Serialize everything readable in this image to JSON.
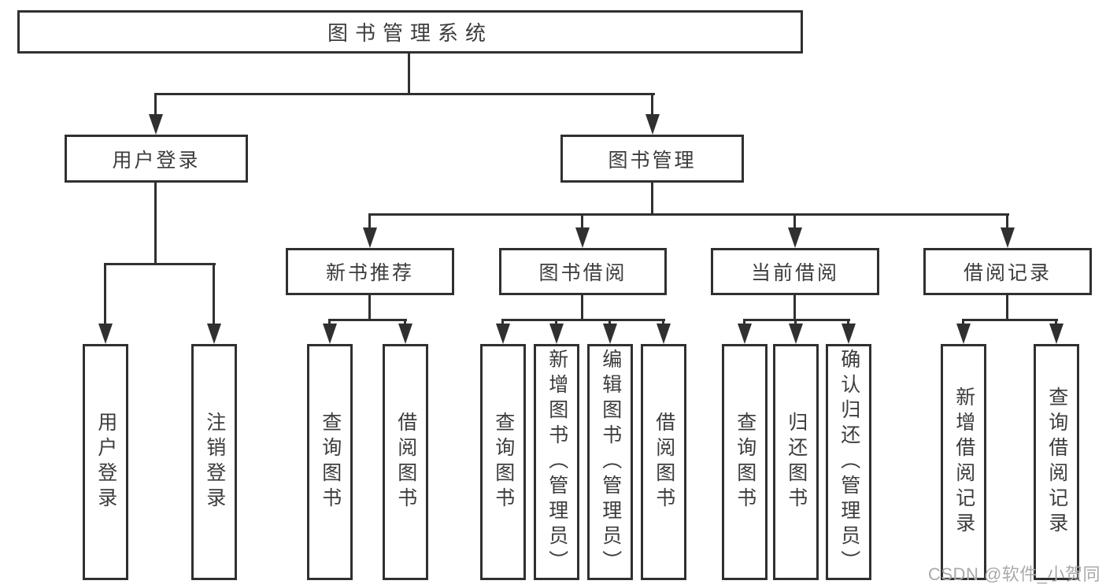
{
  "nodes": {
    "root": "图书管理系统",
    "level2": {
      "user_login": "用户登录",
      "book_mgmt": "图书管理"
    },
    "level3": {
      "new_books": "新书推荐",
      "borrow": "图书借阅",
      "current": "当前借阅",
      "records": "借阅记录"
    },
    "leaves": {
      "user_login_leaf": "用户登录",
      "logout": "注销登录",
      "nb_query": "查询图书",
      "nb_borrow": "借阅图书",
      "bb_query": "查询图书",
      "bb_add": "新增图书（管理员）",
      "bb_edit": "编辑图书（管理员）",
      "bb_borrow": "借阅图书",
      "cb_query": "查询图书",
      "cb_return": "归还图书",
      "cb_confirm": "确认归还（管理员）",
      "rec_add": "新增借阅记录",
      "rec_query": "查询借阅记录"
    }
  },
  "watermark": {
    "text": "CSDN @软件_小贺同学"
  },
  "colors": {
    "line": "#303030",
    "text": "#3c3c3c",
    "background": "#ffffff",
    "watermark": "#a9a9a9"
  }
}
